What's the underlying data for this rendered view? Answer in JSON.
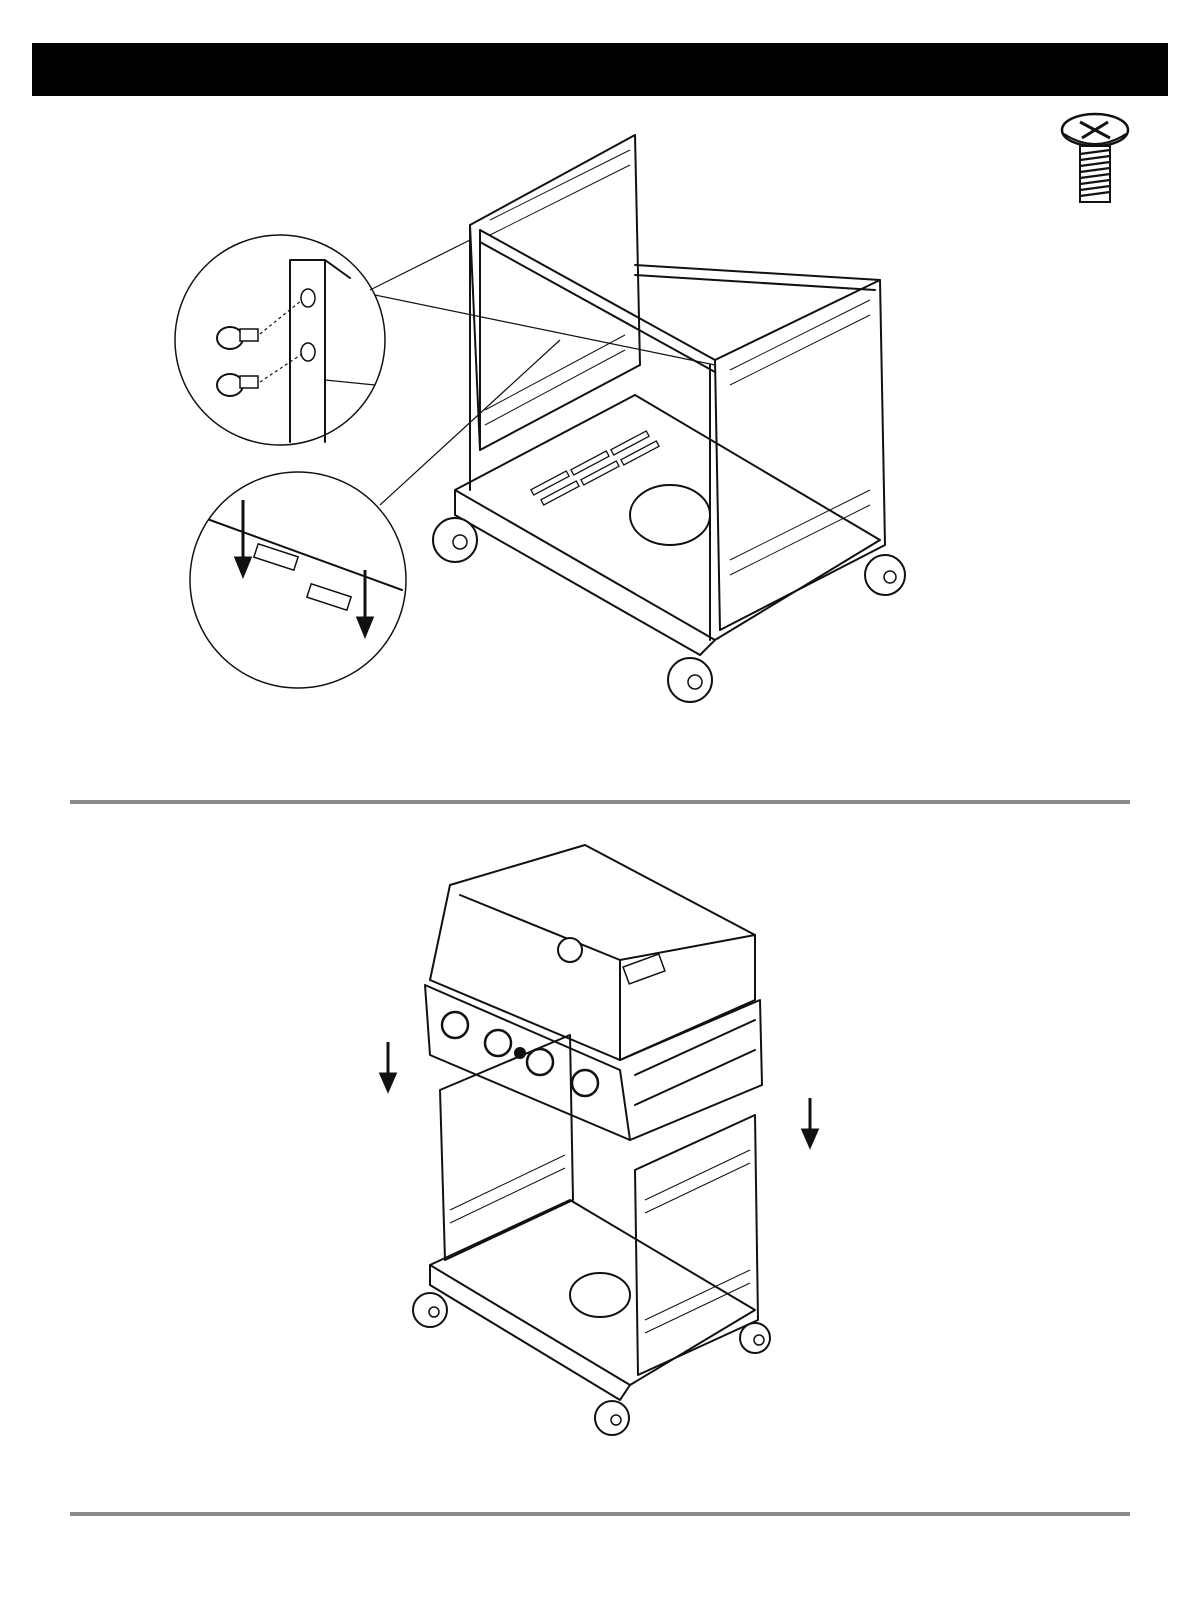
{
  "page": {
    "header_text": "",
    "colors": {
      "header": "#000000",
      "divider": "#8a8a8a",
      "ink": "#111111"
    }
  },
  "hardware": {
    "icon": "screw-icon"
  },
  "step1": {
    "figure": "cart-frame-assembly",
    "detail_views": [
      "screw-detail-magnifier",
      "slot-detail-magnifier"
    ]
  },
  "step2": {
    "figure": "grill-head-onto-cart"
  }
}
